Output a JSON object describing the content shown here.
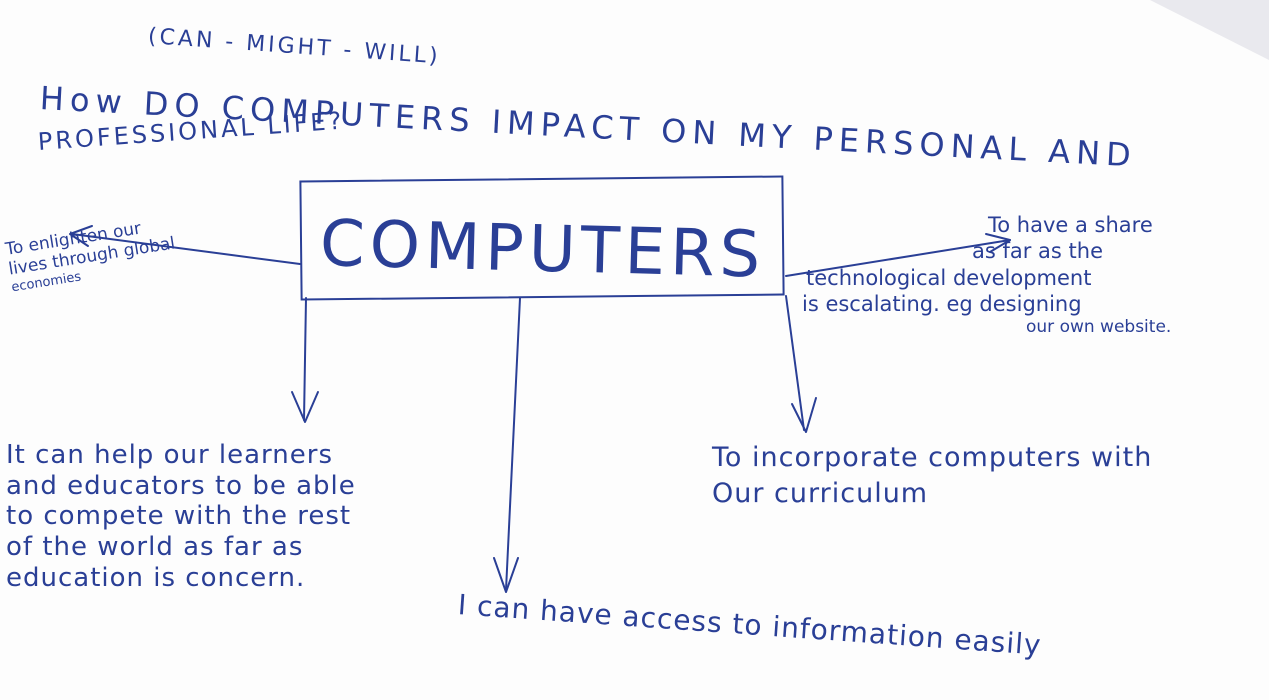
{
  "note": {
    "subtitle": "(CAN - MIGHT - WILL)",
    "question_line1": "How DO COMPUTERS IMPACT ON MY PERSONAL AND",
    "question_line2": "PROFESSIONAL LIFE?",
    "center_title": "COMPUTERS"
  },
  "branches": {
    "left_up": [
      "To enlighten our",
      "lives through global",
      "economies"
    ],
    "right_up": [
      "To have a share",
      "as far as the",
      "technological development",
      "is escalating. eg designing",
      "our own website."
    ],
    "left_down": [
      "It can help our learners",
      "and educators to be able",
      "to compete with the rest",
      "of the world as far as",
      "education is concern."
    ],
    "right_down": [
      "To incorporate computers with",
      "Our curriculum"
    ],
    "bottom": "I can have access to information easily"
  },
  "colors": {
    "ink": "#2a3f96",
    "paper": "#fdfdfd"
  }
}
